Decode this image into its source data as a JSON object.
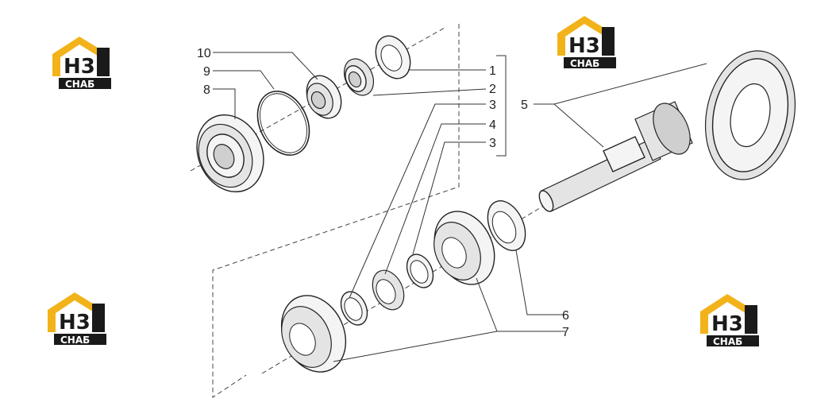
{
  "logos": [
    {
      "letters_top": "H3",
      "letters_bottom": "СНАБ",
      "position": "top-left"
    },
    {
      "letters_top": "H3",
      "letters_bottom": "СНАБ",
      "position": "top-center"
    },
    {
      "letters_top": "H3",
      "letters_bottom": "СНАБ",
      "position": "bottom-left"
    },
    {
      "letters_top": "H3",
      "letters_bottom": "СНАБ",
      "position": "bottom-right"
    }
  ],
  "callouts": {
    "c1": "1",
    "c2": "2",
    "c3a": "3",
    "c4": "4",
    "c3b": "3",
    "c5": "5",
    "c6": "6",
    "c7": "7",
    "c8": "8",
    "c9": "9",
    "c10": "10"
  },
  "colors": {
    "logo_yellow": "#f2b31a",
    "logo_black": "#1a1a1a",
    "line": "#222222"
  }
}
